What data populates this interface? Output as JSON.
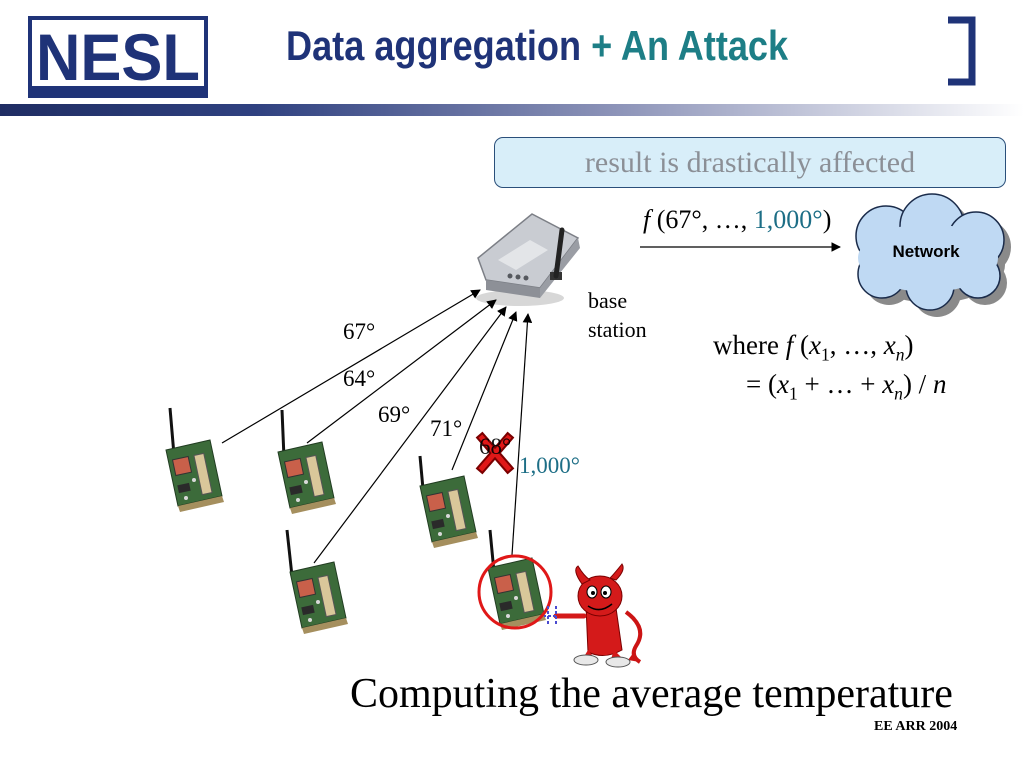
{
  "header": {
    "logo_text": "NESL",
    "title_part1": "Data aggregation ",
    "title_part2": "+ An Attack",
    "colors": {
      "title_navy": "#1f3378",
      "title_teal": "#1d7e86",
      "bar_dark": "#1f2d63"
    }
  },
  "callout": {
    "text": "result is drastically affected"
  },
  "function_call": {
    "f": "f",
    "args_open": " (67°, …, ",
    "args_highlight": "1,000°",
    "args_close": ")"
  },
  "network": {
    "label": "Network"
  },
  "base_station": {
    "label_line1": "base",
    "label_line2": "station"
  },
  "formula": {
    "line1": {
      "where": "where ",
      "f": "f",
      "open": " (",
      "x1": "x",
      "sub1": "1",
      "mid": ", …, ",
      "xn": "x",
      "subn": "n",
      "close": ")"
    },
    "line2": {
      "eq": "= (",
      "x1": "x",
      "sub1": "1",
      "mid": " + … + ",
      "xn": "x",
      "subn": "n",
      "close": ") / ",
      "n": "n"
    }
  },
  "readings": [
    "67°",
    "64°",
    "69°",
    "71°",
    "68°",
    "1,000°"
  ],
  "caption": "Computing the average temperature",
  "footer": "EE ARR 2004"
}
